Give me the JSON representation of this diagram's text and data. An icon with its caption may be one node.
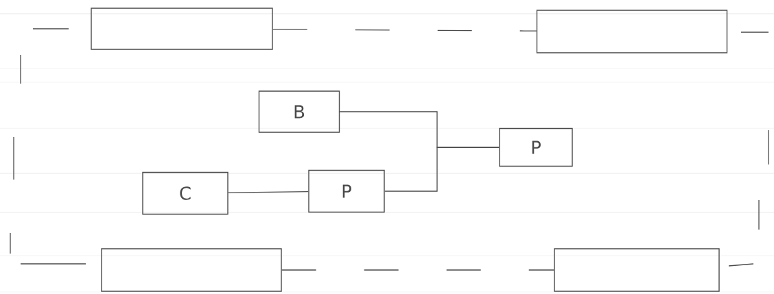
{
  "diagram": {
    "nodes": [
      {
        "text": [],
        "shape": "box"
      },
      {
        "text": [],
        "shape": "box"
      },
      {
        "text": [
          "B"
        ]
      },
      {
        "text": [
          "P"
        ]
      },
      {
        "text": [
          "C"
        ]
      },
      {
        "text": [
          "P"
        ]
      },
      {
        "text": [],
        "shape": "box"
      },
      {
        "text": [],
        "shape": "box"
      }
    ],
    "edges": [
      {
        "from": 0,
        "to": 1,
        "arrow": "none",
        "style": "dashed"
      },
      {
        "from": 2,
        "to": 3,
        "arrow": "none"
      },
      {
        "from": 5,
        "to": 3,
        "arrow": "none"
      },
      {
        "from": 4,
        "to": 5,
        "arrow": "none"
      },
      {
        "from": 6,
        "to": 7,
        "arrow": "none",
        "style": "dashed"
      }
    ]
  }
}
